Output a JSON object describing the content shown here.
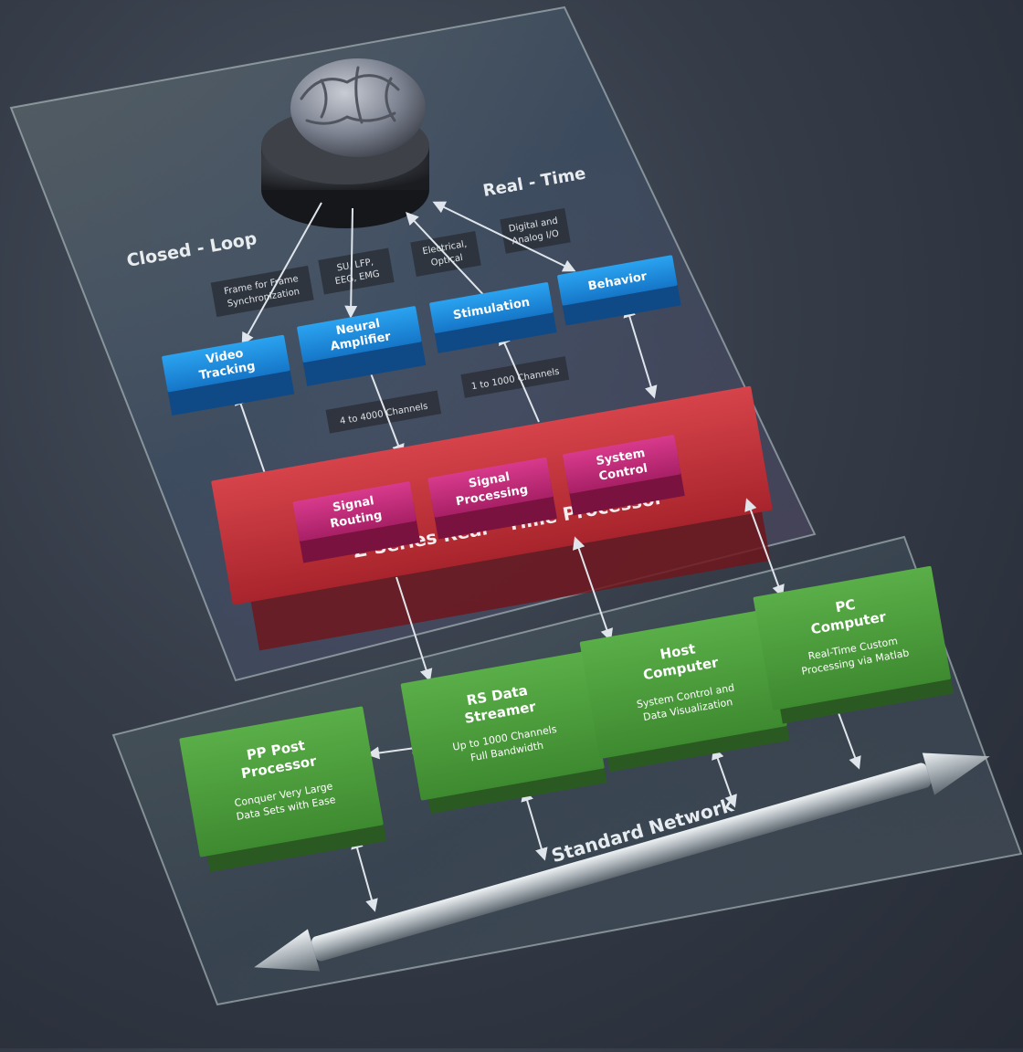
{
  "headings": {
    "closed_loop": "Closed - Loop",
    "real_time": "Real - Time"
  },
  "signals": {
    "frame_sync": [
      "Frame for Frame",
      "Synchronization"
    ],
    "neural": [
      "SU, LFP,",
      "EEG, EMG"
    ],
    "stim": [
      "Electrical,",
      "Optical"
    ],
    "io": [
      "Digital and",
      "Analog I/O"
    ]
  },
  "modules": {
    "video": [
      "Video",
      "Tracking"
    ],
    "neural_amp": [
      "Neural",
      "Amplifier"
    ],
    "stimulation": [
      "Stimulation"
    ],
    "behavior": [
      "Behavior"
    ]
  },
  "channels": {
    "amp": "4 to 4000 Channels",
    "stim": "1 to 1000 Channels"
  },
  "processor": {
    "title": "Z-Series Real - Time Processor",
    "routing": [
      "Signal",
      "Routing"
    ],
    "processing": [
      "Signal",
      "Processing"
    ],
    "control": [
      "System",
      "Control"
    ]
  },
  "computers": {
    "pp": {
      "title": [
        "PP Post",
        "Processor"
      ],
      "desc": [
        "Conquer Very Large",
        "Data Sets with Ease"
      ]
    },
    "rs": {
      "title": [
        "RS Data",
        "Streamer"
      ],
      "desc": [
        "Up to 1000 Channels",
        "Full Bandwidth"
      ]
    },
    "host": {
      "title": [
        "Host",
        "Computer"
      ],
      "desc": [
        "System Control and",
        "Data Visualization"
      ]
    },
    "pc": {
      "title": [
        "PC",
        "Computer"
      ],
      "desc": [
        "Real-Time Custom",
        "Processing via Matlab"
      ]
    }
  },
  "network": "Standard Network",
  "colors": {
    "module_blue": "#1f8fe0",
    "processor_red": "#c8333b",
    "processor_sub_magenta": "#c42d7a",
    "computer_green": "#4a9a3a"
  }
}
